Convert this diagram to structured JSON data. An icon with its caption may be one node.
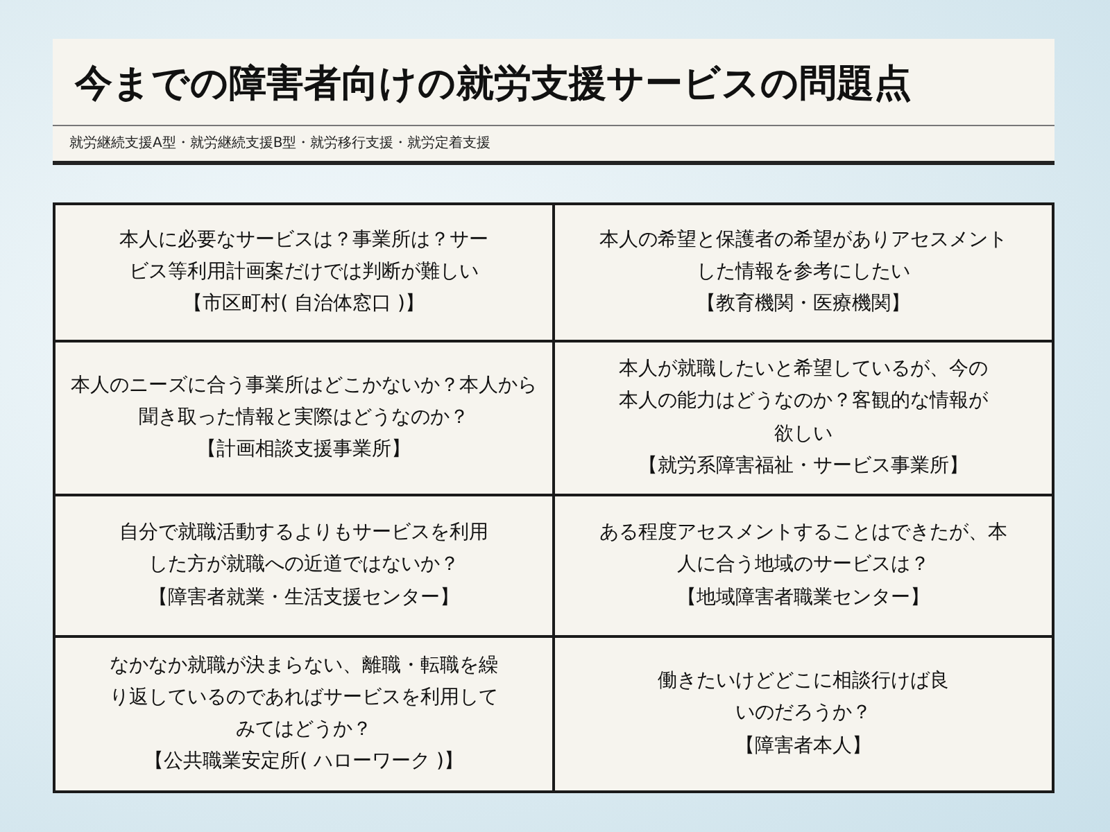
{
  "diagram": {
    "title": "今までの障害者向けの就労支援サービスの問題点",
    "nodes": [
      {
        "text": [
          "本人に必要なサービスは？事業所は？サービス等利用計画案だけでは判断が難しい",
          "【市区町村( 自治体窓口 )】"
        ]
      },
      {
        "text": [
          "本人の希望と保護者の希望がありアセスメントした情報を参考にしたい",
          "【教育機関・医療機関】"
        ]
      },
      {
        "text": [
          "本人のニーズに合う事業所はどこかないか？本人から聞き取った情報と実際はどうなのか？",
          "【計画相談支援事業所】"
        ]
      },
      {
        "text": [
          "本人が就職したいと希望しているが、今の本人の能力はどうなのか？客観的な情報が欲しい",
          "【就労系障害福祉・サービス事業所】"
        ]
      },
      {
        "text": [
          "自分で就職活動するよりもサービスを利用した方が就職への近道ではないか？",
          "【障害者就業・生活支援センター】"
        ]
      },
      {
        "text": [
          "ある程度アセスメントすることはできたが、本人に合う地域のサービスは？",
          "【地域障害者職業センター】"
        ]
      },
      {
        "text": [
          "なかなか就職が決まらない、離職・転職を繰り返しているのであればサービスを利用してみてはどうか？",
          "【公共職業安定所( ハローワーク )】"
        ]
      },
      {
        "text": [
          "働きたいけどどこに相談行けば良いのだろうか？",
          "【障害者本人】"
        ]
      }
    ],
    "labels": [
      "就労継続支援A型・就労継続支援B型・就労移行支援・就労定着支援"
    ]
  }
}
